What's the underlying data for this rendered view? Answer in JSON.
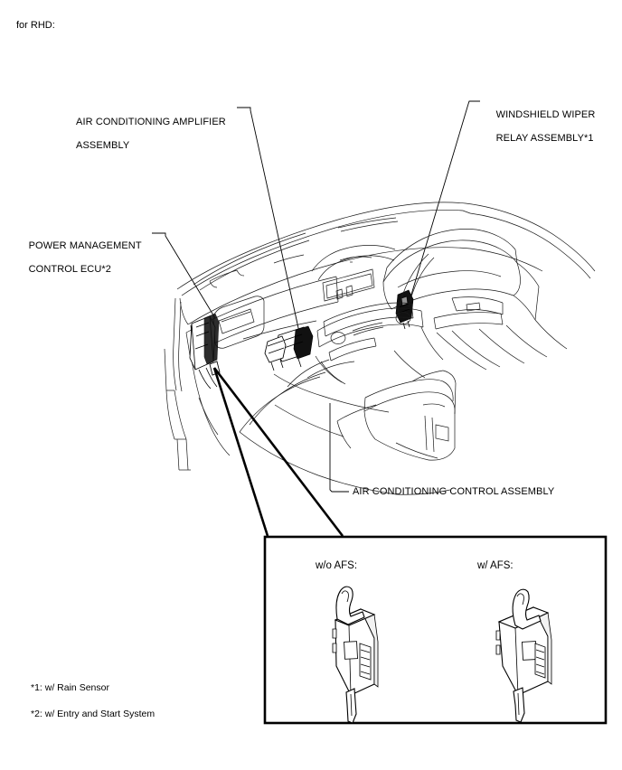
{
  "header": {
    "title": "for RHD:"
  },
  "callouts": [
    {
      "id": "air-conditioning-amplifier-assembly",
      "line1": "AIR CONDITIONING AMPLIFIER",
      "line2": "ASSEMBLY"
    },
    {
      "id": "windshield-wiper-relay-assembly",
      "line1": "WINDSHIELD WIPER",
      "line2": "RELAY ASSEMBLY*1"
    },
    {
      "id": "power-management-control-ecu",
      "line1": "POWER MANAGEMENT",
      "line2": "CONTROL ECU*2"
    },
    {
      "id": "air-conditioning-control-assembly",
      "line1": "AIR CONDITIONING CONTROL ASSEMBLY",
      "line2": ""
    }
  ],
  "inset": {
    "variants": [
      {
        "id": "without-afs",
        "caption": "w/o AFS:"
      },
      {
        "id": "with-afs",
        "caption": "w/ AFS:"
      }
    ]
  },
  "footnotes": [
    {
      "id": "footnote-1",
      "text": "*1: w/ Rain Sensor"
    },
    {
      "id": "footnote-2",
      "text": "*2: w/ Entry and Start System"
    }
  ],
  "colors": {
    "ink": "#000000",
    "paper": "#ffffff",
    "component": "#111111"
  }
}
